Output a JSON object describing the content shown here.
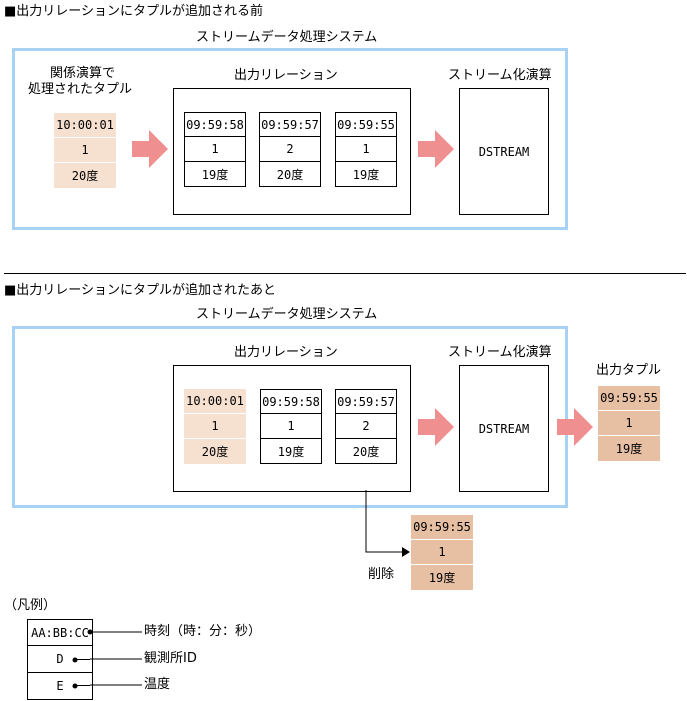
{
  "section1": {
    "heading": "■出力リレーションにタプルが追加される前",
    "system_title": "ストリームデータ処理システム",
    "processed_label_line1": "関係演算で",
    "processed_label_line2": "処理されたタプル",
    "processed_tuple": [
      "10:00:01",
      "1",
      "20度"
    ],
    "relation_label": "出力リレーション",
    "relation_tuples": [
      [
        "09:59:58",
        "1",
        "19度"
      ],
      [
        "09:59:57",
        "2",
        "20度"
      ],
      [
        "09:59:55",
        "1",
        "19度"
      ]
    ],
    "stream_op_label": "ストリーム化演算",
    "dstream": "DSTREAM"
  },
  "section2": {
    "heading": "■出力リレーションにタプルが追加されたあと",
    "system_title": "ストリームデータ処理システム",
    "relation_label": "出力リレーション",
    "relation_tuples": [
      [
        "10:00:01",
        "1",
        "20度"
      ],
      [
        "09:59:58",
        "1",
        "19度"
      ],
      [
        "09:59:57",
        "2",
        "20度"
      ]
    ],
    "stream_op_label": "ストリーム化演算",
    "dstream": "DSTREAM",
    "output_label": "出力タプル",
    "output_tuple": [
      "09:59:55",
      "1",
      "19度"
    ],
    "deleted_label": "削除",
    "deleted_tuple": [
      "09:59:55",
      "1",
      "19度"
    ]
  },
  "legend": {
    "title": "（凡例）",
    "cells": [
      "AA:BB:CC",
      "D",
      "E"
    ],
    "descriptions": [
      "時刻（時：分：秒）",
      "観測所ID",
      "温度"
    ]
  },
  "colors": {
    "system_border": "#a9d1f3",
    "arrow": "#f08f8f",
    "tuple_light": "#f6e0cf",
    "tuple_dark": "#e7bfa3"
  }
}
